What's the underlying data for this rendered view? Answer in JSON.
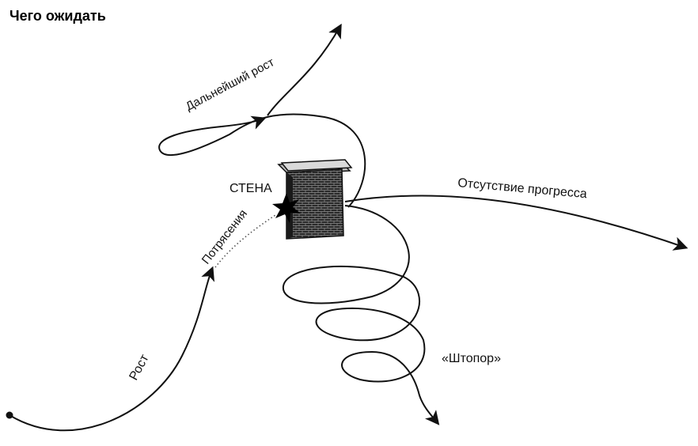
{
  "diagram": {
    "title": "Чего ожидать",
    "labels": {
      "growth": "Рост",
      "shocks": "Потрясения",
      "wall": "СТЕНА",
      "further_growth": "Дальнейший рост",
      "no_progress": "Отсутствие прогресса",
      "spin": "«Штопор»"
    },
    "colors": {
      "ink": "#111111",
      "brick": "#3a3a3a",
      "background": "#ffffff"
    }
  }
}
